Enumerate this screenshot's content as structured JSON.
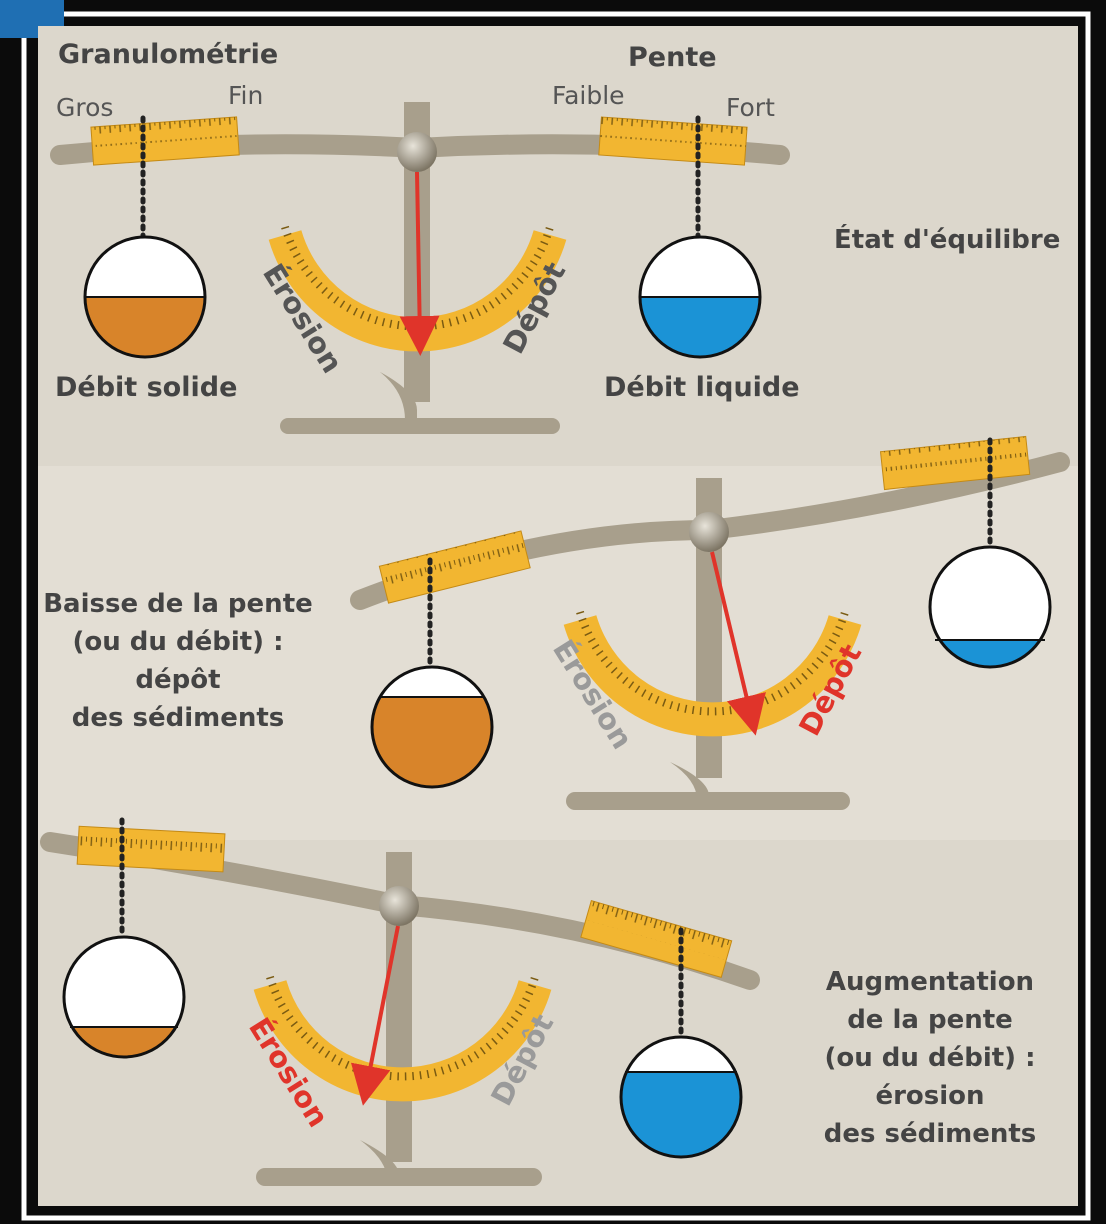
{
  "panel_top": {
    "granulometry_title": "Granulométrie",
    "granulometry_coarse": "Gros",
    "granulometry_fine": "Fin",
    "slope_title": "Pente",
    "slope_low": "Faible",
    "slope_high": "Fort",
    "erosion_label": "Érosion",
    "deposit_label": "Dépôt",
    "solid_flow_label": "Débit solide",
    "liquid_flow_label": "Débit liquide",
    "state_label": "État d'équilibre"
  },
  "panel_middle": {
    "caption_lines": [
      "Baisse de la pente",
      "(ou du débit) :",
      "dépôt",
      "des sédiments"
    ],
    "erosion_label": "Érosion",
    "deposit_label": "Dépôt"
  },
  "panel_bottom": {
    "caption_lines": [
      "Augmentation",
      "de la pente",
      "(ou du débit) :",
      "érosion",
      "des sédiments"
    ],
    "erosion_label": "Érosion",
    "deposit_label": "Dépôt"
  },
  "colors": {
    "beam": "#a89f8c",
    "ruler": "#f2b631",
    "solid": "#d8842a",
    "liquid": "#1b93d6",
    "arrow": "#e0342a",
    "panel_bg": "#dcd7cc",
    "muted_text": "#9a9a9a",
    "highlight_text": "#e0342a"
  }
}
